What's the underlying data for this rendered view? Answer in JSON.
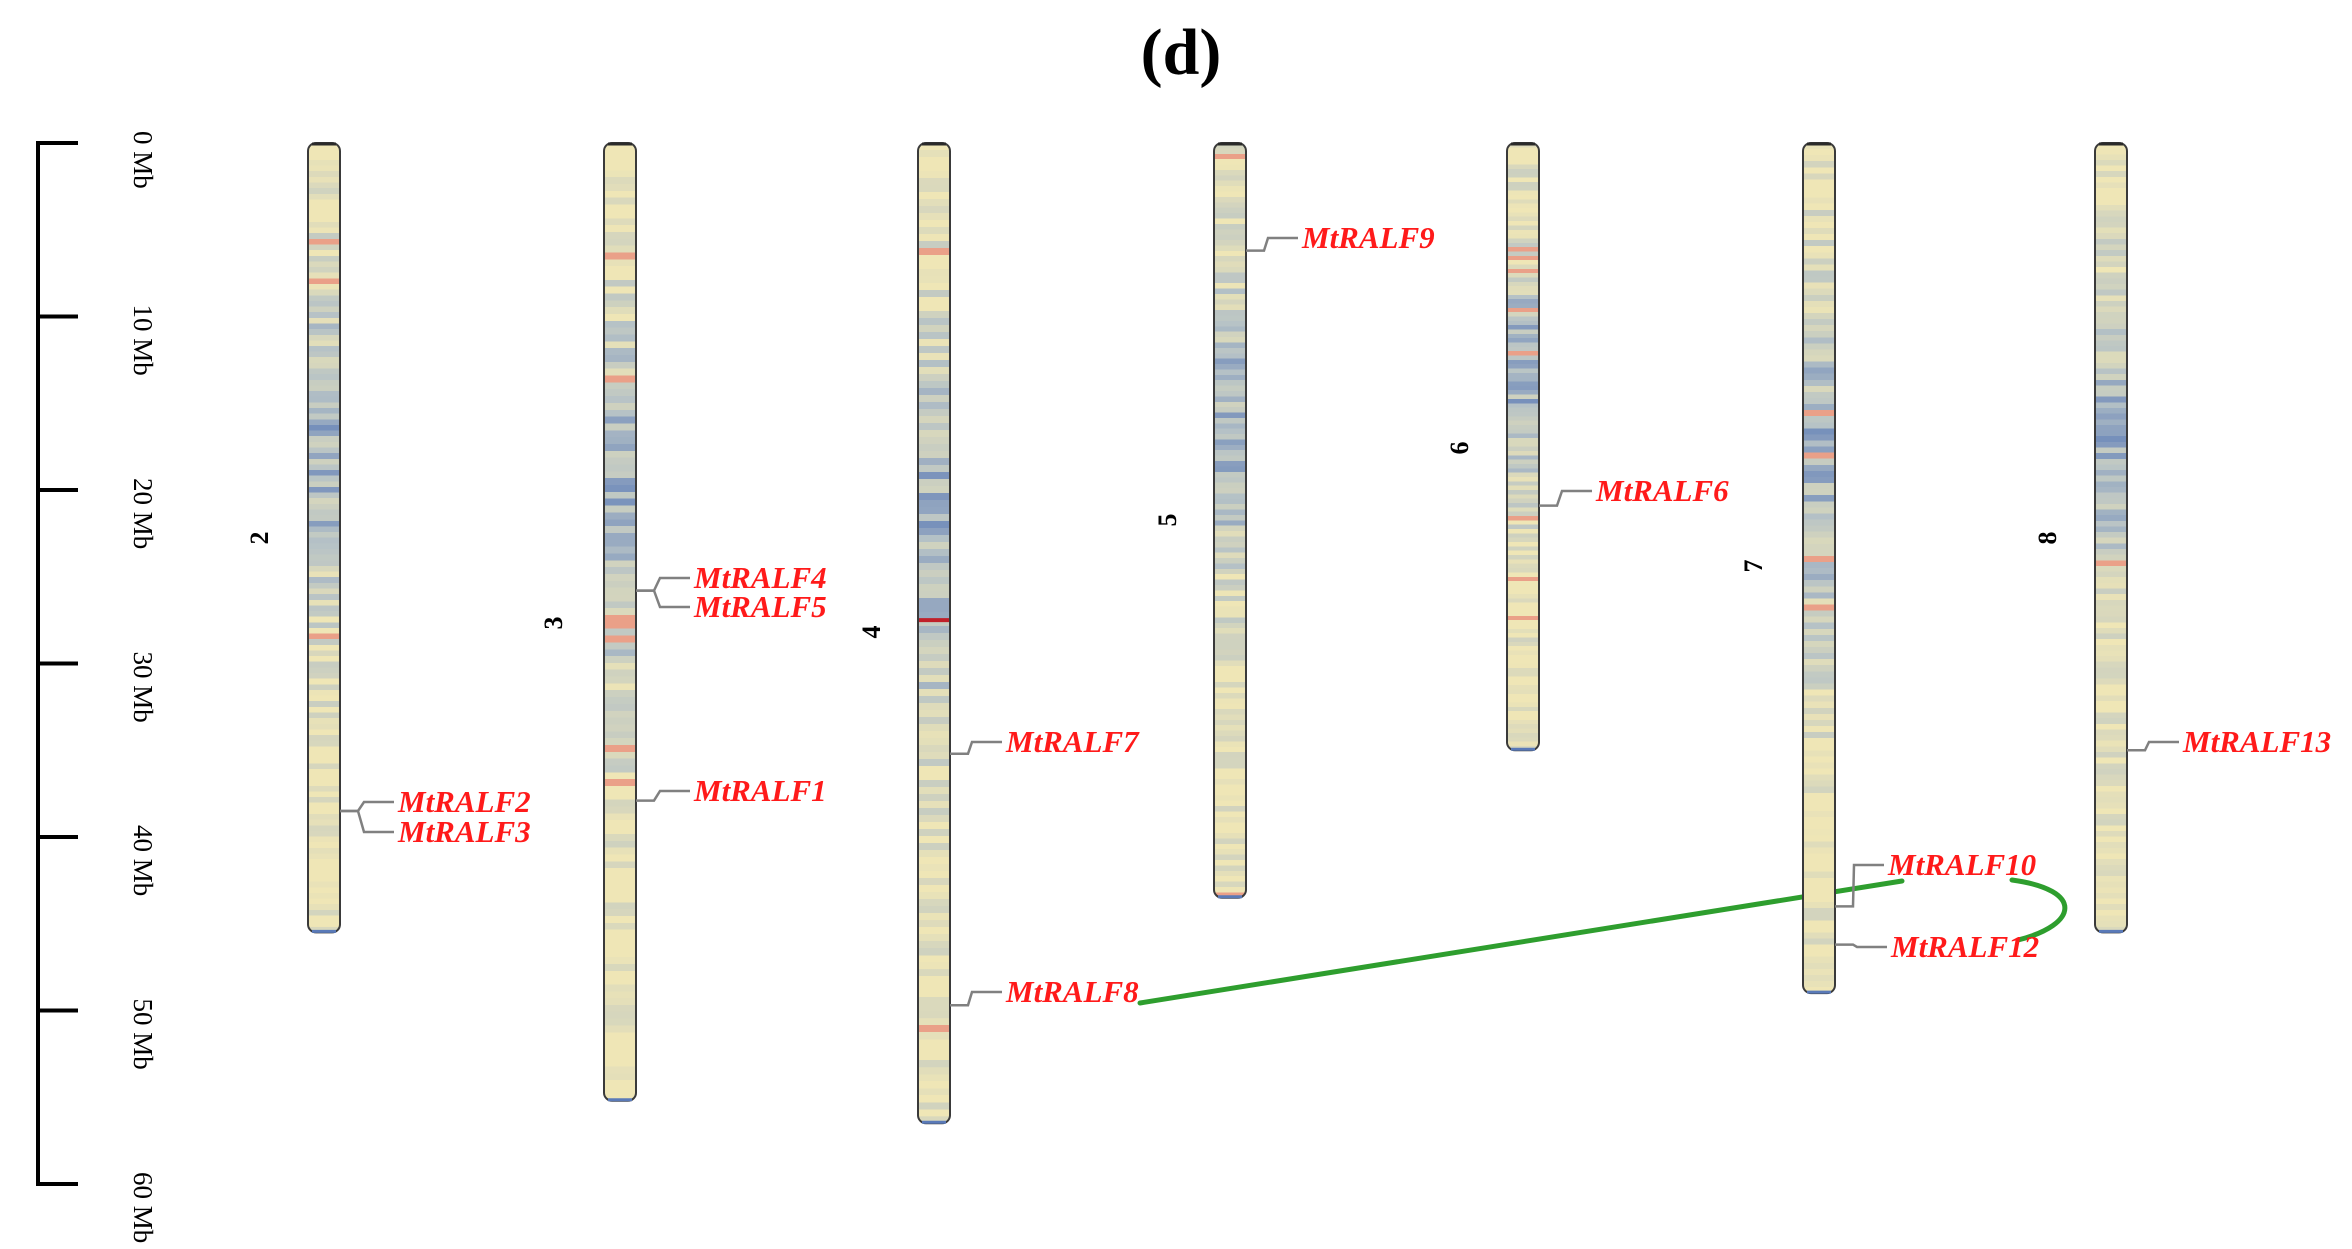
{
  "panel_label": "(d)",
  "scale": {
    "unit": "Mb",
    "ticks": [
      {
        "value": 0,
        "label": "0 Mb"
      },
      {
        "value": 10,
        "label": "10 Mb"
      },
      {
        "value": 20,
        "label": "20 Mb"
      },
      {
        "value": 30,
        "label": "30 Mb"
      },
      {
        "value": 40,
        "label": "40 Mb"
      },
      {
        "value": 50,
        "label": "50 Mb"
      },
      {
        "value": 60,
        "label": "60 Mb"
      }
    ]
  },
  "chromosomes": [
    {
      "id": "chr2",
      "name": "2",
      "length_mb": 45.5,
      "seed": 2
    },
    {
      "id": "chr3",
      "name": "3",
      "length_mb": 55.2,
      "seed": 3
    },
    {
      "id": "chr4",
      "name": "4",
      "length_mb": 56.5,
      "seed": 4
    },
    {
      "id": "chr5",
      "name": "5",
      "length_mb": 43.5,
      "seed": 5
    },
    {
      "id": "chr6",
      "name": "6",
      "length_mb": 35.0,
      "seed": 6
    },
    {
      "id": "chr7",
      "name": "7",
      "length_mb": 49.0,
      "seed": 7
    },
    {
      "id": "chr8",
      "name": "8",
      "length_mb": 45.5,
      "seed": 8
    }
  ],
  "genes": [
    {
      "id": "MtRALF2",
      "label": "MtRALF2",
      "chromosome": "2",
      "position_mb": 38.5
    },
    {
      "id": "MtRALF3",
      "label": "MtRALF3",
      "chromosome": "2",
      "position_mb": 38.5
    },
    {
      "id": "MtRALF4",
      "label": "MtRALF4",
      "chromosome": "3",
      "position_mb": 25.8
    },
    {
      "id": "MtRALF5",
      "label": "MtRALF5",
      "chromosome": "3",
      "position_mb": 25.8
    },
    {
      "id": "MtRALF1",
      "label": "MtRALF1",
      "chromosome": "3",
      "position_mb": 37.9
    },
    {
      "id": "MtRALF7",
      "label": "MtRALF7",
      "chromosome": "4",
      "position_mb": 35.2
    },
    {
      "id": "MtRALF8",
      "label": "MtRALF8",
      "chromosome": "4",
      "position_mb": 49.7
    },
    {
      "id": "MtRALF9",
      "label": "MtRALF9",
      "chromosome": "5",
      "position_mb": 6.2
    },
    {
      "id": "MtRALF6",
      "label": "MtRALF6",
      "chromosome": "6",
      "position_mb": 20.9
    },
    {
      "id": "MtRALF10",
      "label": "MtRALF10",
      "chromosome": "7",
      "position_mb": 44.0
    },
    {
      "id": "MtRALF12",
      "label": "MtRALF12",
      "chromosome": "7",
      "position_mb": 46.2
    },
    {
      "id": "MtRALF13",
      "label": "MtRALF13",
      "chromosome": "8",
      "position_mb": 35.0
    }
  ],
  "markers": [
    {
      "chromosome": "4",
      "position_mb": 27.5,
      "color": "#c0202a"
    }
  ],
  "duplications": [
    {
      "from": "MtRALF8",
      "to": "MtRALF10",
      "color": "#2e9e2e"
    },
    {
      "from": "MtRALF10",
      "to": "MtRALF12",
      "color": "#2e9e2e"
    }
  ],
  "colors": {
    "gene_label": "#ff1a1a",
    "leader_line": "#808080",
    "chromosome_outline": "#3a3a3a",
    "density_low": "#efe6b6",
    "density_mid": "#b6c2c6",
    "density_high": "#4d6fb4",
    "density_hot": "#eaa088"
  }
}
